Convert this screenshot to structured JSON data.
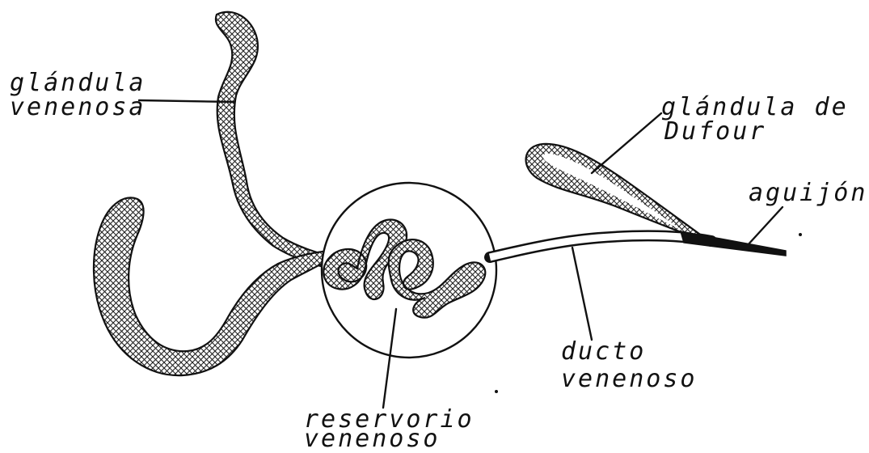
{
  "labels": {
    "venom_gland": [
      "glándula",
      "venenosa"
    ],
    "dufour_gland": [
      "glándula de",
      "Dufour"
    ],
    "sting": "aguijón",
    "venom_duct": [
      "ducto",
      "venenoso"
    ],
    "venom_reservoir": [
      "reservorio",
      "venenoso"
    ]
  },
  "colors": {
    "ink": "#111111",
    "background": "#ffffff"
  }
}
